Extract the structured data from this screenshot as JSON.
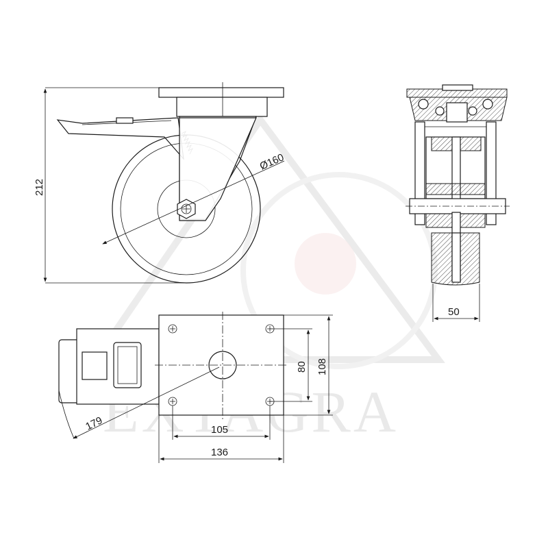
{
  "watermark": {
    "brand": "EXTAGRA"
  },
  "side_view": {
    "height_dim": "212",
    "wheel_diameter_dim": "Ø160"
  },
  "front_view": {
    "width_dim": "50"
  },
  "top_view": {
    "swivel_radius_dim": "179",
    "hole_spacing_x": "105",
    "plate_width": "136",
    "hole_spacing_y": "80",
    "plate_length": "108"
  },
  "colors": {
    "line": "#1a1a1a",
    "watermark": "#d8d8d8",
    "watermark_accent": "#f2d6d6"
  }
}
